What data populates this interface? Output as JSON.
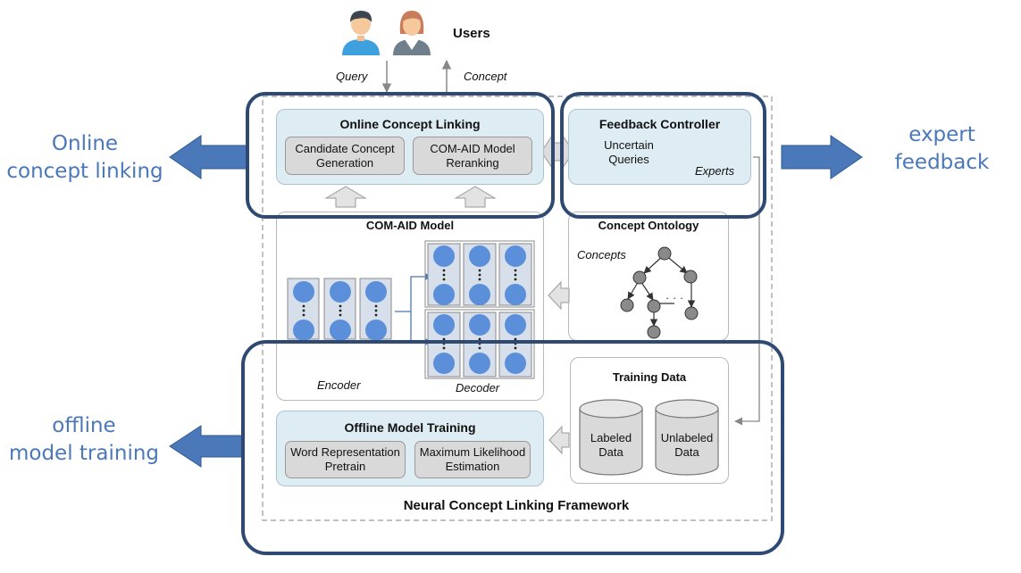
{
  "users": {
    "label": "Users"
  },
  "flow": {
    "query": "Query",
    "concept": "Concept"
  },
  "side_labels": {
    "online_line1": "Online",
    "online_line2": "concept linking",
    "offline_line1": "offline",
    "offline_line2": "model training",
    "expert_line1": "expert",
    "expert_line2": "feedback"
  },
  "online_linking": {
    "title": "Online  Concept Linking",
    "candidate": "Candidate Concept\nGeneration",
    "reranking": "COM-AID Model\nReranking"
  },
  "feedback": {
    "title": "Feedback Controller",
    "uncertain": "Uncertain\nQueries",
    "experts": "Experts"
  },
  "model": {
    "title": "COM-AID Model",
    "encoder": "Encoder",
    "decoder": "Decoder"
  },
  "ontology": {
    "title": "Concept Ontology",
    "concepts": "Concepts",
    "ellipsis": "· · ·"
  },
  "training_data": {
    "title": "Training  Data",
    "labeled": "Labeled\nData",
    "unlabeled": "Unlabeled\nData"
  },
  "offline_training": {
    "title": "Offline  Model Training",
    "pretrain": "Word Representation\nPretrain",
    "mle": "Maximum Likelihood\nEstimation"
  },
  "framework": {
    "title": "Neural Concept Linking Framework"
  },
  "colors": {
    "accent_blue": "#4a78b8",
    "frame_navy": "#2e4a72",
    "panel_blue": "#deedf3",
    "node_blue": "#5b8fd9",
    "button_gray": "#d9d9d9"
  }
}
